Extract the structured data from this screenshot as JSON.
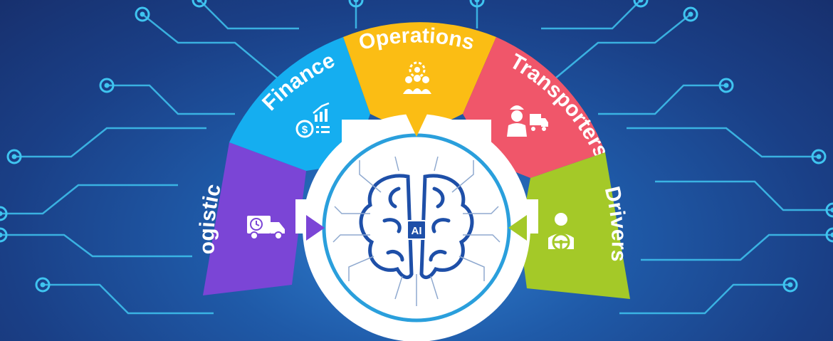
{
  "diagram": {
    "segments": [
      {
        "key": "logistics",
        "label": "Logistics",
        "color": "#7b45d6",
        "icon": "delivery-truck-icon"
      },
      {
        "key": "finance",
        "label": "Finance",
        "color": "#15aef0",
        "icon": "finance-growth-icon"
      },
      {
        "key": "operations",
        "label": "Operations",
        "color": "#fbbd14",
        "icon": "operations-team-icon"
      },
      {
        "key": "transporters",
        "label": "Transporters",
        "color": "#f0566a",
        "icon": "transporter-worker-icon"
      },
      {
        "key": "drivers",
        "label": "Drivers",
        "color": "#a4c928",
        "icon": "driver-steering-icon"
      }
    ],
    "center": {
      "label": "AI",
      "icon": "ai-brain-icon"
    },
    "colors": {
      "circuit": "#3fc4f0",
      "gear": "#ffffff",
      "ring": "#2a9fdc",
      "brain": "#1e4fa8"
    }
  }
}
